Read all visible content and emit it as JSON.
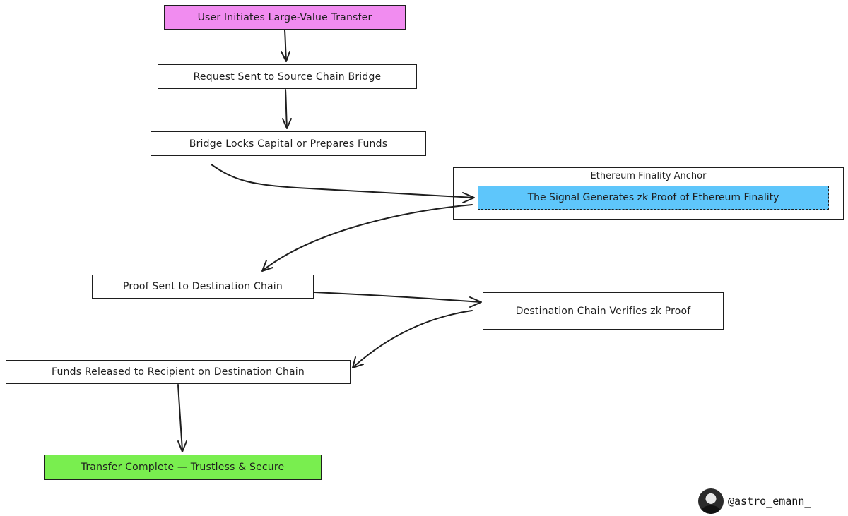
{
  "nodes": {
    "user_initiates": "User Initiates Large-Value Transfer",
    "request_sent": "Request Sent to Source Chain Bridge",
    "bridge_locks": "Bridge Locks Capital or Prepares Funds",
    "proof_sent": "Proof Sent to Destination Chain",
    "destination_verifies": "Destination Chain Verifies zk Proof",
    "funds_released": "Funds Released to Recipient on Destination Chain",
    "transfer_complete": "Transfer Complete — Trustless & Secure"
  },
  "group": {
    "title": "Ethereum Finality Anchor",
    "inner": "The Signal Generates zk Proof of Ethereum Finality"
  },
  "credit": {
    "handle": "@astro_emann_"
  },
  "colors": {
    "start": "#f18cf0",
    "proof": "#5ec6fb",
    "end": "#79ee4f",
    "stroke": "#1e1e1e"
  }
}
